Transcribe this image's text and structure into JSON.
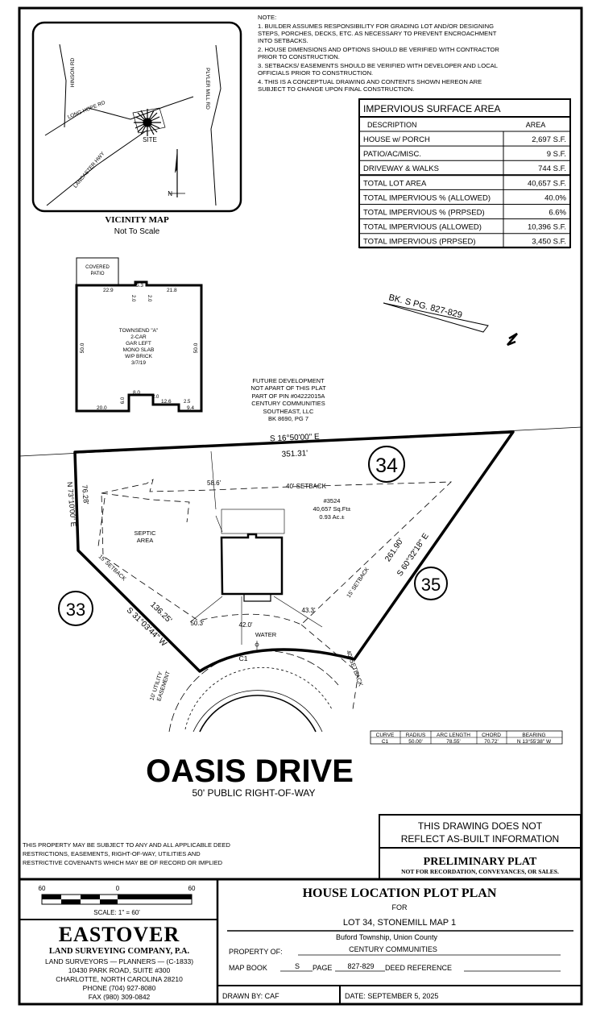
{
  "notes": {
    "lines": [
      "NOTE:",
      "1. BUILDER ASSUMES RESPONSIBILITY FOR GRADING LOT AND/OR DESIGNING",
      "STEPS, PORCHES, DECKS, ETC. AS NECESSARY TO PREVENT ENCROACHMENT",
      "INTO SETBACKS.",
      "2. HOUSE DIMENSIONS AND OPTIONS SHOULD BE VERIFIED WITH CONTRACTOR",
      "PRIOR TO CONSTRUCTION.",
      "3. SETBACKS/ EASEMENTS SHOULD BE VERIFIED WITH DEVELOPER AND LOCAL",
      "OFFICIALS PRIOR TO CONSTRUCTION.",
      "4. THIS IS A CONCEPTUAL DRAWING AND CONTENTS SHOWN HEREON ARE",
      "SUBJECT TO CHANGE UPON FINAL CONSTRUCTION."
    ]
  },
  "vicinity": {
    "title": "VICINITY MAP",
    "subtitle": "Not To Scale",
    "roads": [
      "HINSON RD",
      "LONG HOPE RD",
      "LANCASTER HWY",
      "PLYLER MILL RD"
    ],
    "site_label": "SITE",
    "north": "N"
  },
  "impervious": {
    "title": "IMPERVIOUS SURFACE AREA",
    "col_desc": "DESCRIPTION",
    "col_area": "AREA",
    "rows": [
      {
        "desc": "HOUSE w/ PORCH",
        "area": "2,697 S.F."
      },
      {
        "desc": "PATIO/AC/MISC.",
        "area": "9 S.F."
      },
      {
        "desc": "DRIVEWAY & WALKS",
        "area": "744 S.F."
      },
      {
        "desc": "TOTAL LOT AREA",
        "area": "40,657 S.F."
      },
      {
        "desc": "TOTAL IMPERVIOUS % (ALLOWED)",
        "area": "40.0%"
      },
      {
        "desc": "TOTAL IMPERVIOUS % (PRPSED)",
        "area": "6.6%"
      },
      {
        "desc": "TOTAL IMPERVIOUS (ALLOWED)",
        "area": "10,396 S.F."
      },
      {
        "desc": "TOTAL IMPERVIOUS (PRPSED)",
        "area": "3,450 S.F."
      }
    ]
  },
  "house_detail": {
    "patio": [
      "COVERED",
      "PATIO"
    ],
    "dims": [
      "22.9",
      "5.3",
      "2.0",
      "2.0",
      "21.8",
      "50.0",
      "50.0",
      "8.0",
      "2.0",
      "12.6",
      "6.0",
      "20.0",
      "2.5",
      "9.4"
    ],
    "label": [
      "TOWNSEND \"A\"",
      "2-CAR",
      "GAR LEFT",
      "MONO SLAB",
      "W/P BRICK",
      "3/7/19"
    ]
  },
  "plat": {
    "bk_ref": "BK. S PG. 827-829",
    "future_dev": [
      "FUTURE DEVELOPMENT",
      "NOT APART OF THIS PLAT",
      "PART OF PIN #04222015A",
      "CENTURY COMMUNITIES",
      "SOUTHEAST, LLC",
      "BK 8690, PG 7"
    ],
    "top_bearing": "S 16°50'00\" E",
    "top_dist": "351.31'",
    "lot_34": "34",
    "lot_35": "35",
    "lot_33": "33",
    "left_bearing": "N 73°10'00\" E",
    "left_dist": "76.28'",
    "dim_58": "58.6'",
    "setback_40_top": "40' SETBACK",
    "lot_info": [
      "#3524",
      "40,657 Sq.Ft±",
      "0.93 Ac.±"
    ],
    "septic": [
      "SEPTIC",
      "AREA"
    ],
    "setback_15_left": "15' SETBACK",
    "right_dist": "261.90'",
    "right_bearing": "S 60°32'18\" E",
    "setback_15_right": "15' SETBACK",
    "sw_dist": "136.25'",
    "sw_bearing": "S 31°03'44\" W",
    "dim_50": "50.3'",
    "dim_42": "42.0'",
    "dim_43": "43.3'",
    "water": "WATER",
    "curve_label": "C1",
    "setback_40_right": "40' SETBACK",
    "easement": [
      "10' UTILITY",
      "EASEMENT"
    ]
  },
  "curve_table": {
    "headers": [
      "CURVE",
      "RADIUS",
      "ARC LENGTH",
      "CHORD",
      "BEARING"
    ],
    "row": [
      "C1",
      "50.00'",
      "78.55'",
      "70.72'",
      "N 13°55'38\" W"
    ]
  },
  "road": {
    "name": "OASIS DRIVE",
    "row": "50' PUBLIC RIGHT-OF-WAY"
  },
  "restrictions": [
    "THIS PROPERTY MAY BE SUBJECT TO ANY AND ALL APPLICABLE DEED",
    "RESTRICTIONS, EASEMENTS, RIGHT-OF-WAY, UTILITIES AND",
    "RESTRICTIVE COVENANTS WHICH MAY BE OF RECORD OR IMPLIED"
  ],
  "disclaimer": [
    "THIS DRAWING DOES NOT",
    "REFLECT AS-BUILT INFORMATION"
  ],
  "preliminary": {
    "title": "PRELIMINARY PLAT",
    "sub": "NOT FOR RECORDATION, CONVEYANCES, OR SALES."
  },
  "scale": {
    "left": "60",
    "mid": "0",
    "right": "60",
    "label": "SCALE: 1\" = 60'"
  },
  "company": {
    "name": "EASTOVER",
    "sub": "LAND SURVEYING COMPANY, P.A.",
    "lines": [
      "LAND SURVEYORS — PLANNERS — (C-1833)",
      "10430 PARK ROAD, SUITE #300",
      "CHARLOTTE, NORTH CAROLINA 28210",
      "PHONE (704) 927-8080",
      "FAX (980) 309-0842"
    ]
  },
  "title_block": {
    "title": "HOUSE LOCATION PLOT PLAN",
    "for": "FOR",
    "lot": "LOT 34, STONEMILL MAP 1",
    "township": "Buford Township, Union County",
    "property_of_label": "PROPERTY OF:",
    "property_of": "CENTURY COMMUNITIES",
    "map_book_label": "MAP BOOK",
    "map_book": "S",
    "page_label": "PAGE",
    "page": "827-829",
    "deed_label": "DEED REFERENCE"
  },
  "drawn_by": "DRAWN BY: CAF",
  "date": "DATE: SEPTEMBER 5, 2025"
}
